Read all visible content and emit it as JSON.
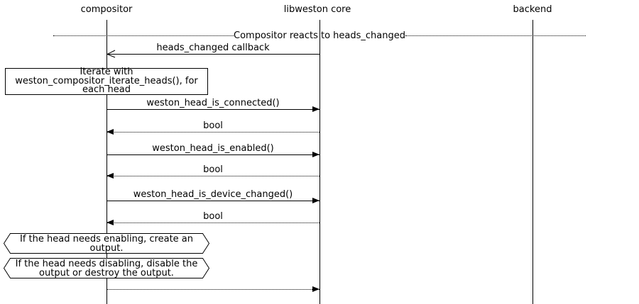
{
  "diagram": {
    "title_context": "sequence diagram",
    "participants": [
      {
        "label": "compositor"
      },
      {
        "label": "libweston core"
      },
      {
        "label": "backend"
      }
    ],
    "divider": {
      "label": "Compositor reacts to heads_changed"
    },
    "messages": [
      {
        "label": "heads_changed callback",
        "from": "libweston core",
        "to": "compositor",
        "line": "solid",
        "arrowhead": "open"
      },
      {
        "label": "weston_head_is_connected()",
        "from": "compositor",
        "to": "libweston core",
        "line": "solid",
        "arrowhead": "filled"
      },
      {
        "label": "bool",
        "from": "libweston core",
        "to": "compositor",
        "line": "dotted",
        "arrowhead": "filled"
      },
      {
        "label": "weston_head_is_enabled()",
        "from": "compositor",
        "to": "libweston core",
        "line": "solid",
        "arrowhead": "filled"
      },
      {
        "label": "bool",
        "from": "libweston core",
        "to": "compositor",
        "line": "dotted",
        "arrowhead": "filled"
      },
      {
        "label": "weston_head_is_device_changed()",
        "from": "compositor",
        "to": "libweston core",
        "line": "solid",
        "arrowhead": "filled"
      },
      {
        "label": "bool",
        "from": "libweston core",
        "to": "compositor",
        "line": "dotted",
        "arrowhead": "filled"
      },
      {
        "label": "",
        "from": "compositor",
        "to": "libweston core",
        "line": "dotted",
        "arrowhead": "filled"
      }
    ],
    "notes": [
      {
        "type": "rect",
        "lines": [
          "Iterate with",
          "weston_compositor_iterate_heads(), for",
          "each head"
        ]
      },
      {
        "type": "hexagon",
        "lines": [
          "If the head needs enabling, create an",
          "output."
        ]
      },
      {
        "type": "hexagon",
        "lines": [
          "If the head needs disabling, disable the",
          "output or destroy the output."
        ]
      }
    ],
    "colors": {
      "line": "#000000",
      "background": "#ffffff",
      "note_background": "#ffffff"
    }
  }
}
